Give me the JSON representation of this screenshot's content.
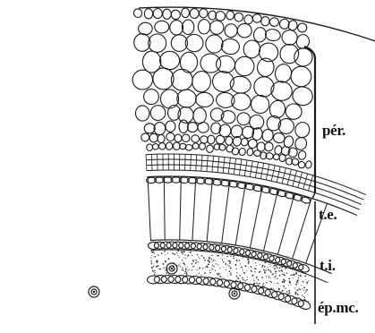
{
  "labels": {
    "per": "pér.",
    "te": "t.e.",
    "ti": "t.i.",
    "epmc": "ép.mc."
  },
  "figure": {
    "subject": "stem tissue cross-section engraving",
    "ink_color": "#1a1a1a",
    "paper_color": "#ffffff"
  }
}
